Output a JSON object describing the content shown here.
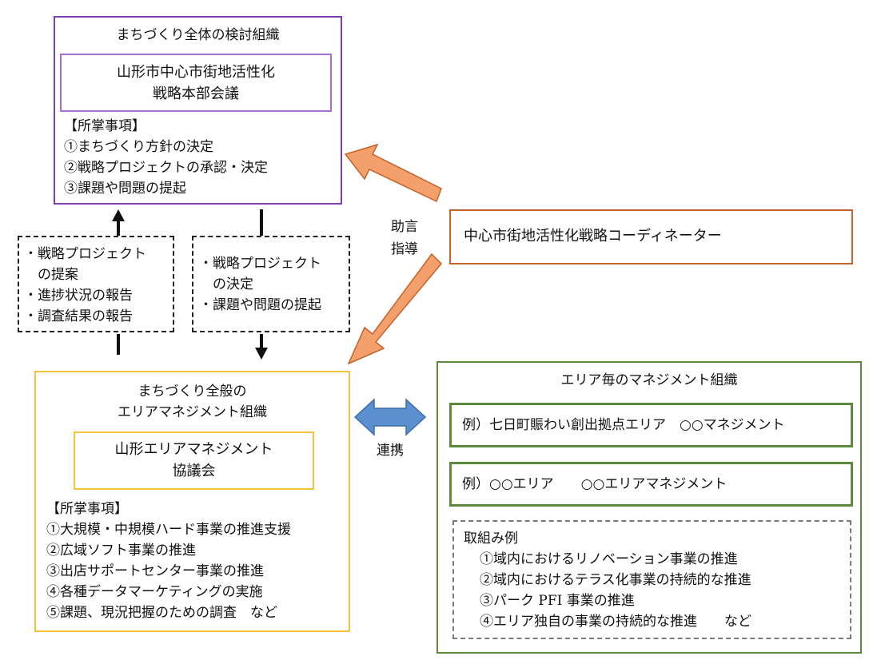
{
  "top_org": {
    "title": "まちづくり全体の検討組織",
    "inner_line1": "山形市中心市街地活性化",
    "inner_line2": "戦略本部会議",
    "duties_header": "【所掌事項】",
    "duties": [
      "①まちづくり方針の決定",
      "②戦略プロジェクトの承認・決定",
      "③課題や問題の提起"
    ]
  },
  "report_up": {
    "lines": [
      "・戦略プロジェクト",
      "　の提案",
      "・進捗状況の報告",
      "・調査結果の報告"
    ]
  },
  "report_down": {
    "lines": [
      "・戦略プロジェクト",
      "　の決定",
      "・課題や問題の提起"
    ]
  },
  "coordinator": {
    "label": "中心市街地活性化戦略コーディネーター",
    "advice_line1": "助言",
    "advice_line2": "指導"
  },
  "area_mgmt": {
    "title_line1": "まちづくり全般の",
    "title_line2": "エリアマネジメント組織",
    "inner_line1": "山形エリアマネジメント",
    "inner_line2": "協議会",
    "duties_header": "【所掌事項】",
    "duties": [
      "①大規模・中規模ハード事業の推進支援",
      "②広域ソフト事業の推進",
      "③出店サポートセンター事業の推進",
      "④各種データマーケティングの実施",
      "⑤課題、現況把握のための調査　など"
    ]
  },
  "link_label": "連携",
  "per_area": {
    "title": "エリア毎のマネジメント組織",
    "example1": "例）七日町賑わい創出拠点エリア　○○マネジメント",
    "example2": "例）○○エリア　　○○エリアマネジメント",
    "initiatives_header": "取組み例",
    "initiatives": [
      "①域内におけるリノベーション事業の推進",
      "②域内におけるテラス化事業の持続的な推進",
      "③パーク PFI 事業の推進",
      "④エリア独自の事業の持続的な推進　　など"
    ]
  },
  "colors": {
    "purple": "#7f3fb0",
    "yellow": "#f5c33b",
    "green": "#5a8a3a",
    "orange_border": "#c5622a",
    "orange_arrow": "#f4a06c",
    "blue_arrow": "#5b8fcf"
  }
}
